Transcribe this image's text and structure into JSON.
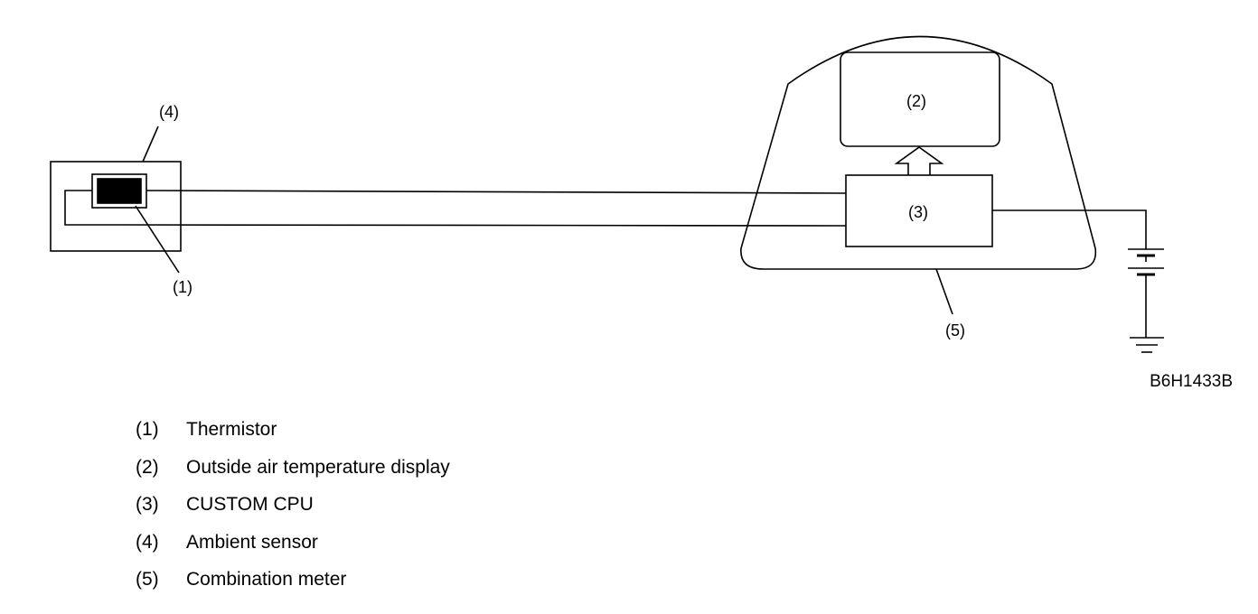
{
  "diagram": {
    "callouts": {
      "thermistor": "(1)",
      "display": "(2)",
      "cpu": "(3)",
      "ambient_sensor": "(4)",
      "combination_meter": "(5)"
    },
    "figure_code": "B6H1433B"
  },
  "legend": {
    "items": [
      {
        "num": "(1)",
        "label": "Thermistor"
      },
      {
        "num": "(2)",
        "label": "Outside air temperature display"
      },
      {
        "num": "(3)",
        "label": "CUSTOM CPU"
      },
      {
        "num": "(4)",
        "label": "Ambient sensor"
      },
      {
        "num": "(5)",
        "label": "Combination meter"
      }
    ]
  }
}
